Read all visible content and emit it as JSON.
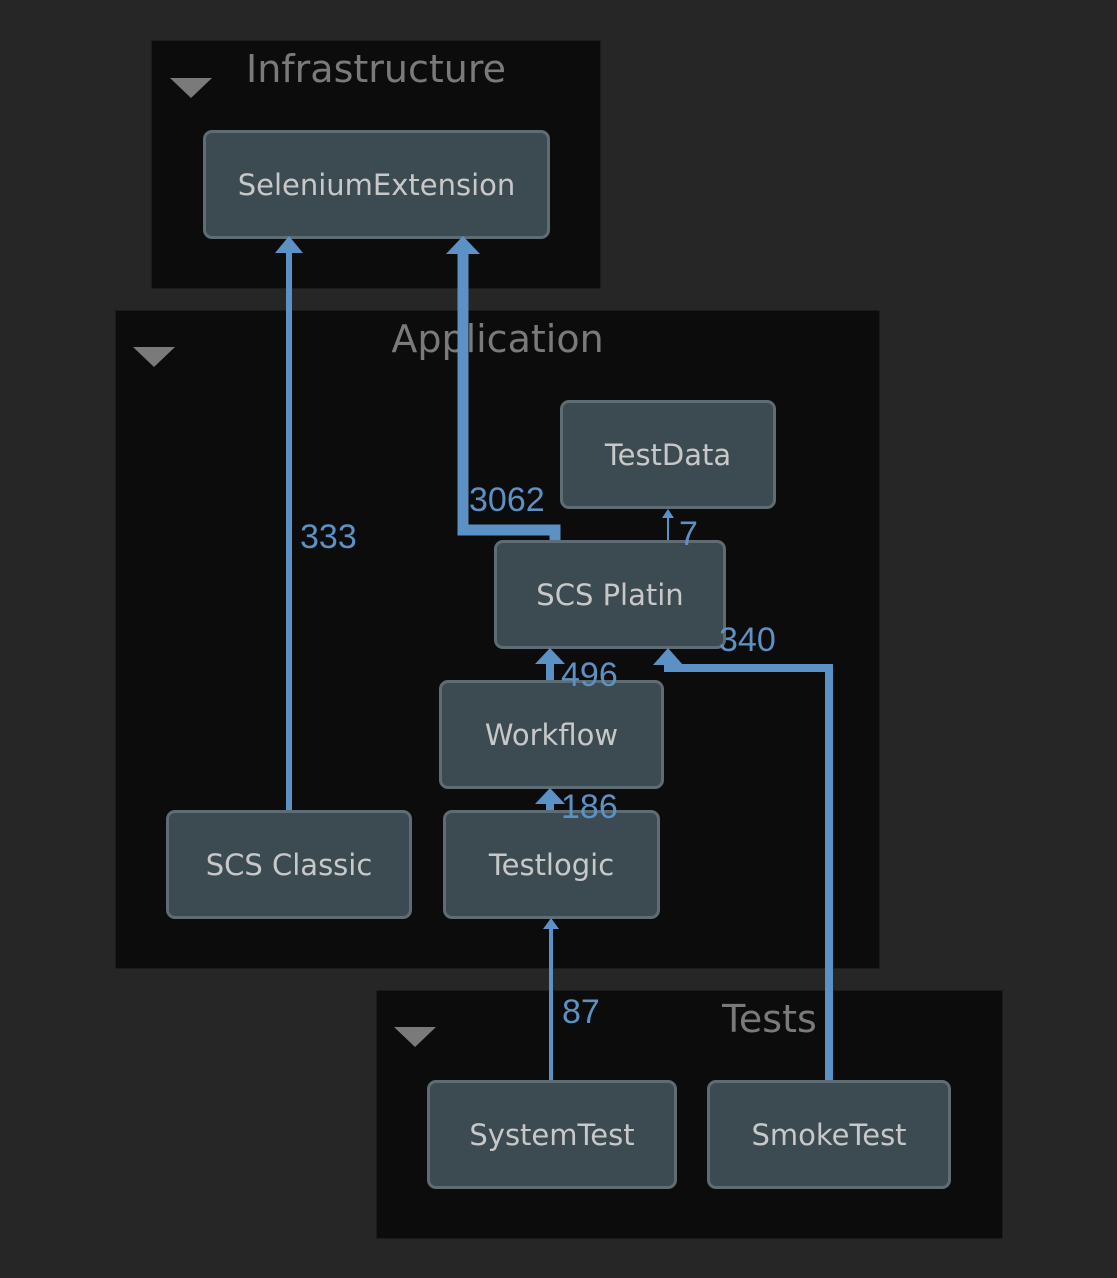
{
  "colors": {
    "edge": "#5b91c5",
    "group_bg": "#0c0c0c",
    "node_bg": "#3c4b52",
    "node_border": "#5e6c73",
    "node_text": "#c8c8c8",
    "group_title": "#7a7a7a"
  },
  "groups": {
    "infrastructure": {
      "title": "Infrastructure",
      "toggle_icon": "collapse-triangle-icon"
    },
    "application": {
      "title": "Application",
      "toggle_icon": "collapse-triangle-icon"
    },
    "tests": {
      "title": "Tests",
      "toggle_icon": "collapse-triangle-icon"
    }
  },
  "nodes": {
    "selenium_extension": "SeleniumExtension",
    "test_data": "TestData",
    "scs_platin": "SCS Platin",
    "workflow": "Workflow",
    "scs_classic": "SCS Classic",
    "testlogic": "Testlogic",
    "system_test": "SystemTest",
    "smoke_test": "SmokeTest"
  },
  "edges": [
    {
      "from": "SCS Classic",
      "to": "SeleniumExtension",
      "label": "333"
    },
    {
      "from": "SCS Platin",
      "to": "SeleniumExtension",
      "label": "3062"
    },
    {
      "from": "SCS Platin",
      "to": "TestData",
      "label": "7"
    },
    {
      "from": "Workflow",
      "to": "SCS Platin",
      "label": "496"
    },
    {
      "from": "SmokeTest",
      "to": "SCS Platin",
      "label": "340"
    },
    {
      "from": "Testlogic",
      "to": "Workflow",
      "label": "186"
    },
    {
      "from": "SystemTest",
      "to": "Testlogic",
      "label": "87"
    }
  ]
}
